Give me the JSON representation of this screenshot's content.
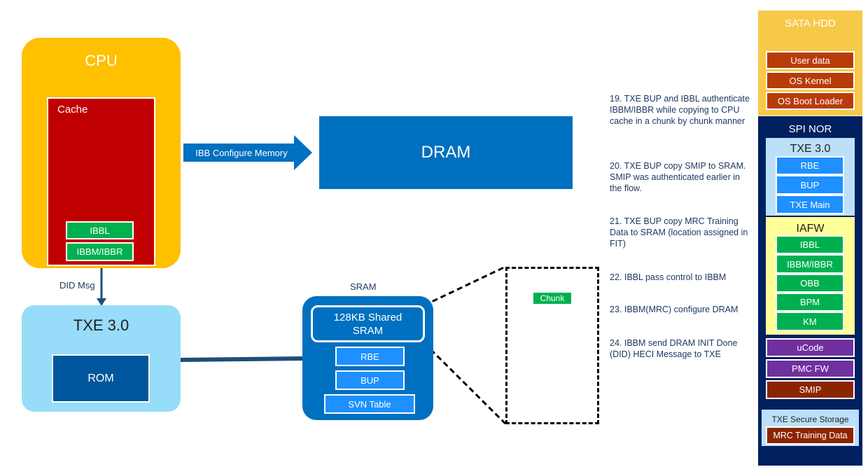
{
  "cpu": {
    "title": "CPU",
    "cache_label": "Cache",
    "cache_items": [
      "IBBL",
      "IBBM/IBBR"
    ]
  },
  "arrow_label": "IBB Configure Memory",
  "dram_label": "DRAM",
  "did_label": "DID Msg",
  "txe_left": {
    "title": "TXE 3.0",
    "rom_label": "ROM"
  },
  "sram": {
    "title": "SRAM",
    "shared_label": "128KB Shared SRAM",
    "items": [
      "RBE",
      "BUP",
      "SVN Table"
    ]
  },
  "chunk_label": "Chunk",
  "steps": [
    "19. TXE BUP and IBBL authenticate IBBM/IBBR while copying to CPU cache in a chunk by chunk manner",
    "20. TXE  BUP copy SMIP to SRAM. SMIP was authenticated earlier in the flow.",
    "21. TXE BUP copy MRC Training Data to SRAM (location assigned in FIT)",
    "22. IBBL pass control to IBBM",
    "23. IBBM(MRC) configure DRAM",
    "24. IBBM send DRAM INIT Done (DID) HECI Message to TXE"
  ],
  "sata": {
    "title": "SATA HDD",
    "items": [
      "User data",
      "OS Kernel",
      "OS Boot Loader"
    ]
  },
  "spi": {
    "title": "SPI NOR",
    "txe": {
      "title": "TXE 3.0",
      "items": [
        "RBE",
        "BUP",
        "TXE Main"
      ]
    },
    "iafw": {
      "title": "IAFW",
      "items": [
        "IBBL",
        "IBBM/IBBR",
        "OBB",
        "BPM",
        "KM"
      ]
    },
    "other_items": [
      "uCode",
      "PMC FW",
      "SMIP"
    ],
    "secure": {
      "title": "TXE Secure Storage",
      "item": "MRC Training Data"
    }
  },
  "colors": {
    "cpu_bg": "#ffc000",
    "cache_bg": "#c00000",
    "dram_bg": "#0070c0",
    "txe_bg": "#97dcf8",
    "rom_bg": "#00569c",
    "sram_bg": "#0070c0",
    "sata_bg": "#f7c948",
    "spi_bg": "#002060",
    "iafw_bg": "#ffff99",
    "txe_spi_bg": "#bde0fa"
  }
}
